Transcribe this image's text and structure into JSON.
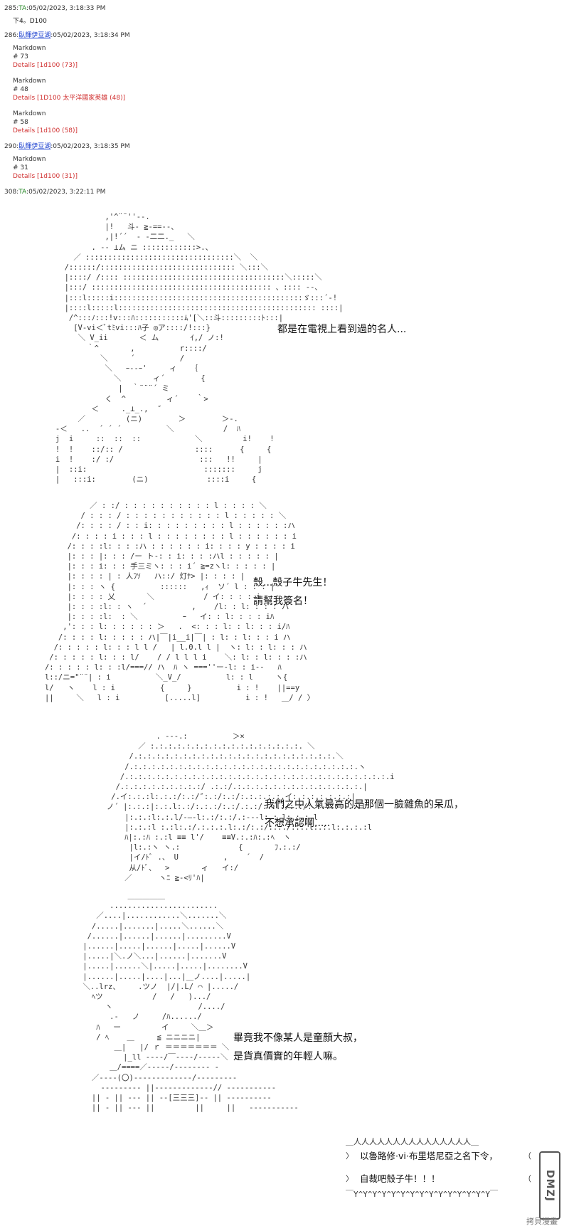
{
  "posts": [
    {
      "num": "285:",
      "name": "TA",
      "date": ":05/02/2023, 3:18:33 PM",
      "body": "下4。D100"
    },
    {
      "num": "286:",
      "name": "臥輝伊豆湖",
      "date": ":05/02/2023, 3:18:34 PM",
      "rolls": [
        {
          "label": "Markdown",
          "value": "# 73",
          "details": "Details [1d100 (73)]"
        },
        {
          "label": "Markdown",
          "value": "# 48",
          "details": "Details [1D100 太平洋國家英雄 (48)]"
        },
        {
          "label": "Markdown",
          "value": "# 58",
          "details": "Details [1d100 (58)]"
        }
      ]
    },
    {
      "num": "290:",
      "name": "臥輝伊豆湖",
      "date": ":05/02/2023, 3:18:35 PM",
      "rolls": [
        {
          "label": "Markdown",
          "value": "# 31",
          "details": "Details [1d100 (31)]"
        }
      ]
    },
    {
      "num": "308:",
      "name": "TA",
      "date": ":05/02/2023, 3:22:11 PM"
    }
  ],
  "dialogues": {
    "d1": "都是在電視上看到過的名人...",
    "d2_line1": "殼...殼子牛先生！",
    "d2_line2": "請幫我簽名！",
    "d3_line1": "我們之中人氣最高的是那個一臉雜魚的呆瓜，",
    "d3_line2": "不想承認啊.....",
    "d4_line1": "畢竟我不像某人是童顏大叔，",
    "d4_line2": "是貨真價實的年輕人嘛。"
  },
  "shout": {
    "line1": "以魯路修·vi·布里塔尼亞之名下令，",
    "line2": "自裁吧殼子牛！！！"
  },
  "logo_text": "DMZJ",
  "watermark": "拷貝漫畫"
}
